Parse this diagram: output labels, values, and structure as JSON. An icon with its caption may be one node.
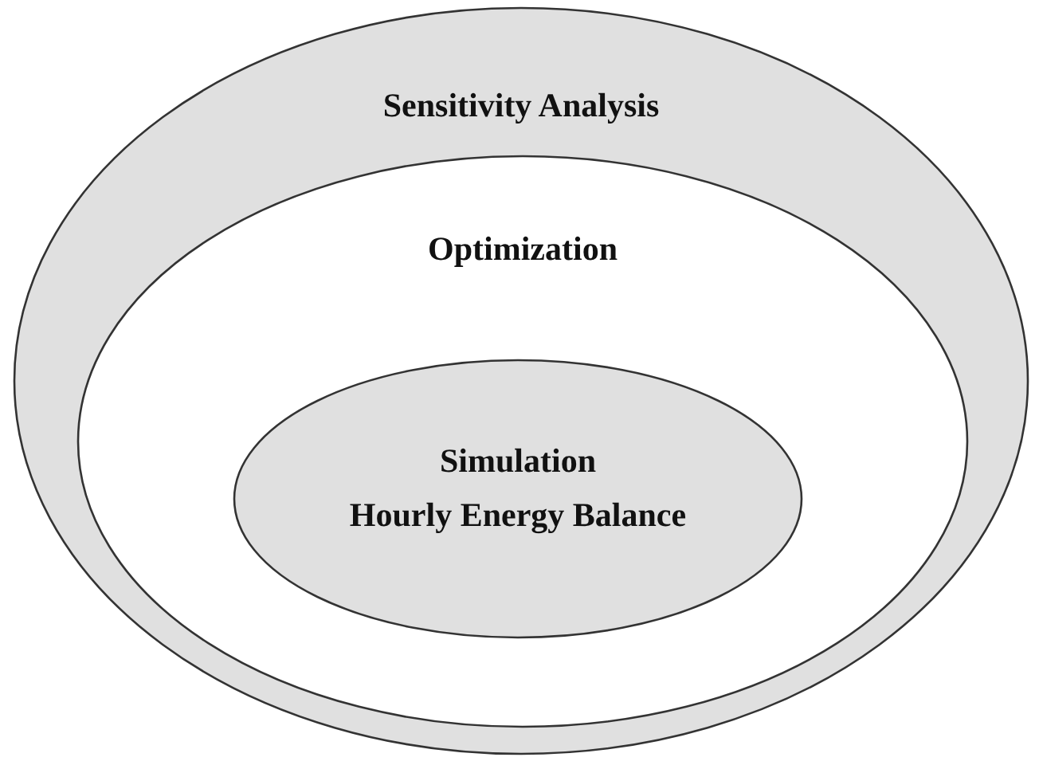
{
  "diagram": {
    "nodes": [
      {
        "text": [
          "Sensitivity Analysis"
        ]
      },
      {
        "text": [
          "Optimization"
        ],
        "in": 0
      },
      {
        "text": [
          "Simulation",
          "Hourly Energy Balance"
        ],
        "in": 1
      }
    ]
  }
}
